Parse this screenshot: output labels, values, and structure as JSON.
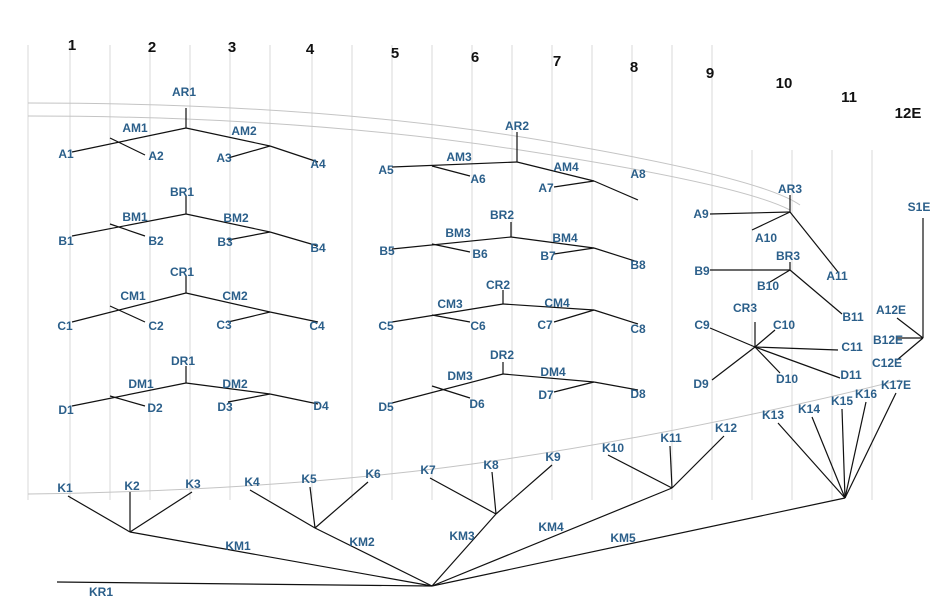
{
  "colors": {
    "label": "#2b5f8a",
    "line": "#111111",
    "guide": "#d8d8d8"
  },
  "columns": [
    "1",
    "2",
    "3",
    "4",
    "5",
    "6",
    "7",
    "8",
    "9",
    "10",
    "11",
    "12E"
  ],
  "labels": [
    "AR1",
    "AM1",
    "AM2",
    "A1",
    "A2",
    "A3",
    "A4",
    "BR1",
    "BM1",
    "BM2",
    "B1",
    "B2",
    "B3",
    "B4",
    "CR1",
    "CM1",
    "CM2",
    "C1",
    "C2",
    "C3",
    "C4",
    "DR1",
    "DM1",
    "DM2",
    "D1",
    "D2",
    "D3",
    "D4",
    "AR2",
    "AM3",
    "AM4",
    "A5",
    "A6",
    "A7",
    "A8",
    "BR2",
    "BM3",
    "BM4",
    "B5",
    "B6",
    "B7",
    "B8",
    "CR2",
    "CM3",
    "CM4",
    "C5",
    "C6",
    "C7",
    "C8",
    "DR2",
    "DM3",
    "DM4",
    "D5",
    "D6",
    "D7",
    "D8",
    "AR3",
    "A9",
    "A10",
    "A11",
    "BR3",
    "B9",
    "B10",
    "B11",
    "CR3",
    "C9",
    "C10",
    "C11",
    "D9",
    "D10",
    "D11",
    "S1E",
    "A12E",
    "B12E",
    "C12E",
    "K1",
    "K2",
    "K3",
    "K4",
    "K5",
    "K6",
    "K7",
    "K8",
    "K9",
    "K10",
    "K11",
    "K12",
    "K13",
    "K14",
    "K15",
    "K16",
    "K17E",
    "KM1",
    "KM2",
    "KM3",
    "KM4",
    "KM5",
    "KR1"
  ]
}
